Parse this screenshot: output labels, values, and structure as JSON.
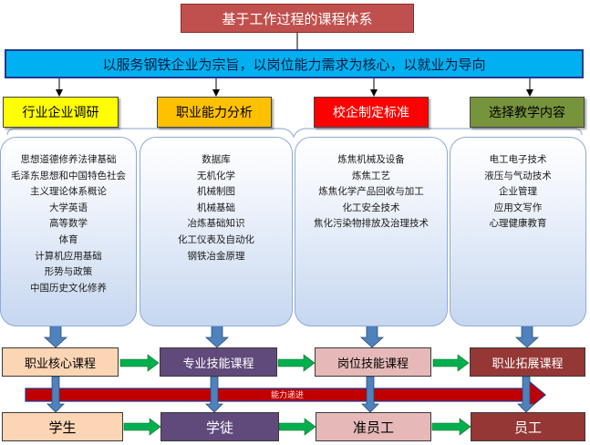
{
  "title": "基于工作过程的课程体系",
  "mission": "以服务钢铁企业为宗旨，以岗位能力需求为核心，以就业为导向",
  "categories": [
    {
      "label": "行业企业调研",
      "color": "#ffff00",
      "text_color": "#000000"
    },
    {
      "label": "职业能力分析",
      "color": "#ffc000",
      "text_color": "#000000"
    },
    {
      "label": "校企制定标准",
      "color": "#ff0000",
      "text_color": "#ffffff"
    },
    {
      "label": "选择教学内容",
      "color": "#77933c",
      "text_color": "#000000"
    }
  ],
  "panels": [
    {
      "items": [
        "思想道德修养法律基础",
        "毛泽东思想和中国特色社会",
        "主义理论体系概论",
        "大学英语",
        "高等数学",
        "体育",
        "计算机应用基础",
        "形势与政策",
        "中国历史文化修养"
      ]
    },
    {
      "items": [
        "数据库",
        "无机化学",
        "机械制图",
        "机械基础",
        "冶炼基础知识",
        "化工仪表及自动化",
        "钢铁冶金原理"
      ]
    },
    {
      "items": [
        "炼焦机械及设备",
        "炼焦工艺",
        "炼焦化学产品回收与加工",
        "化工安全技术",
        "焦化污染物排放及治理技术"
      ]
    },
    {
      "items": [
        "电工电子技术",
        "液压与气动技术",
        "企业管理",
        "应用文写作",
        "心理健康教育"
      ]
    }
  ],
  "courses": [
    {
      "label": "职业核心课程",
      "color": "#fcd5b4",
      "text_color": "#000000"
    },
    {
      "label": "专业技能课程",
      "color": "#604a7b",
      "text_color": "#ffffff"
    },
    {
      "label": "岗位技能课程",
      "color": "#e6b9b8",
      "text_color": "#000000"
    },
    {
      "label": "职业拓展课程",
      "color": "#953735",
      "text_color": "#ffffff"
    }
  ],
  "band_label": "能力递进",
  "stages": [
    {
      "label": "学生",
      "color": "#fcd5b4",
      "text_color": "#000000"
    },
    {
      "label": "学徒",
      "color": "#604a7b",
      "text_color": "#ffffff"
    },
    {
      "label": "准员工",
      "color": "#e6b9b8",
      "text_color": "#000000"
    },
    {
      "label": "员工",
      "color": "#953735",
      "text_color": "#ffffff"
    }
  ],
  "colors": {
    "arrow_blue": "#4f81bd",
    "arrow_green": "#00b050",
    "band_red": "#c00000"
  }
}
